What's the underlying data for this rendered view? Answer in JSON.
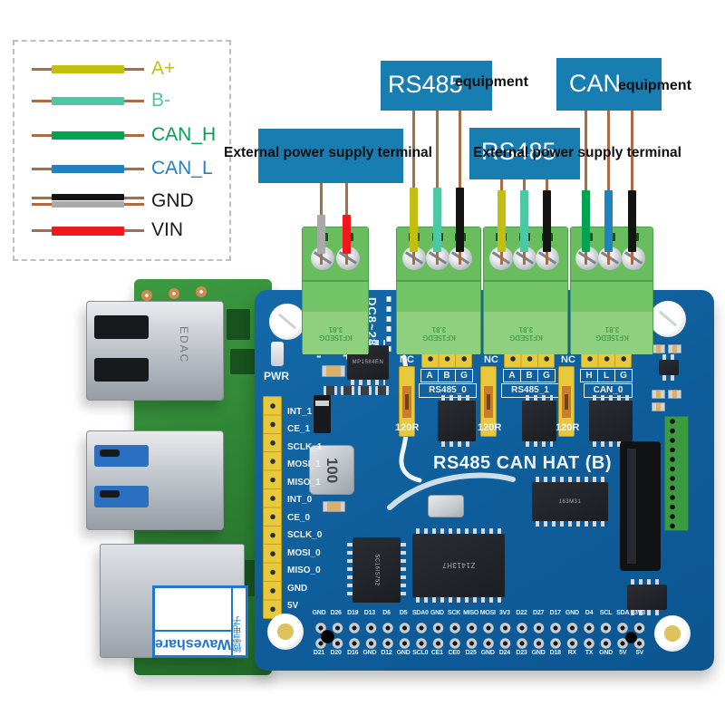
{
  "legend": {
    "items": [
      {
        "label": "A+",
        "color": "#c2be12",
        "color2": null,
        "text_color": "#c2be12"
      },
      {
        "label": "B-",
        "color": "#4ec7a5",
        "color2": null,
        "text_color": "#4ec7a5"
      },
      {
        "label": "CAN_H",
        "color": "#00a34f",
        "color2": null,
        "text_color": "#00a34f"
      },
      {
        "label": "CAN_L",
        "color": "#1f83c0",
        "color2": null,
        "text_color": "#1f83c0"
      },
      {
        "label": "GND",
        "color": "#141414",
        "color2": "#a9a9a9",
        "text_color": "#1a1a1a"
      },
      {
        "label": "VIN",
        "color": "#f2161f",
        "color2": null,
        "text_color": "#1a1a1a"
      }
    ]
  },
  "annotations": {
    "rs485_box": "RS485",
    "rs485_equipment": "equipment",
    "can_box": "CAN",
    "can_equipment": "equipment",
    "ext_power_left": "External power supply terminal",
    "rs485_box2": "RS485",
    "ext_power_right": "External power supply terminal",
    "box_color": "#187db1"
  },
  "wiring": [
    {
      "to": "power-terminal",
      "signal": "GND",
      "color": "#a9a9a9"
    },
    {
      "to": "power-terminal",
      "signal": "VIN",
      "color": "#f2161f"
    },
    {
      "to": "rs485_0",
      "signal": "A+",
      "color": "#c2be12"
    },
    {
      "to": "rs485_0",
      "signal": "B-",
      "color": "#4ec7a5"
    },
    {
      "to": "rs485_0",
      "signal": "GND",
      "color": "#141414"
    },
    {
      "to": "rs485_1",
      "signal": "A+",
      "color": "#c2be12"
    },
    {
      "to": "rs485_1",
      "signal": "B-",
      "color": "#4ec7a5"
    },
    {
      "to": "rs485_1",
      "signal": "GND",
      "color": "#141414"
    },
    {
      "to": "can_0",
      "signal": "CAN_H",
      "color": "#00a34f"
    },
    {
      "to": "can_0",
      "signal": "CAN_L",
      "color": "#1f83c0"
    },
    {
      "to": "can_0",
      "signal": "GND",
      "color": "#141414"
    }
  ],
  "board": {
    "title": "RS485 CAN HAT (B)",
    "power_input": "DC8~28V",
    "pwr_led": "PWR",
    "minus": "-",
    "plus": "+",
    "terminal_marking": "KF15EDG",
    "terminal_pitch": "3.81",
    "channels": [
      {
        "nc": "NC",
        "pins": [
          "A",
          "B",
          "G"
        ],
        "name": "RS485_0",
        "jumper": "120R"
      },
      {
        "nc": "NC",
        "pins": [
          "A",
          "B",
          "G"
        ],
        "name": "RS485_1",
        "jumper": "120R"
      },
      {
        "nc": "NC",
        "pins": [
          "H",
          "L",
          "G"
        ],
        "name": "CAN_0",
        "jumper": "120R"
      }
    ],
    "left_pins": [
      "INT_1",
      "CE_1",
      "SCLK_1",
      "MOSI_1",
      "MISO_1",
      "INT_0",
      "CE_0",
      "SCLK_0",
      "MOSI_0",
      "MISO_0",
      "GND",
      "5V"
    ],
    "gpio_top": [
      "GND",
      "D26",
      "D19",
      "D13",
      "D6",
      "D5",
      "SDA0",
      "GND",
      "SCK",
      "MISO",
      "MOSI",
      "3V3",
      "D22",
      "D27",
      "D17",
      "GND",
      "D4",
      "SCL",
      "SDA",
      "3V3"
    ],
    "gpio_bottom": [
      "D21",
      "D20",
      "D16",
      "GND",
      "D12",
      "GND",
      "SCL0",
      "CE1",
      "CE0",
      "D25",
      "GND",
      "D24",
      "D23",
      "GND",
      "D18",
      "RX",
      "TX",
      "GND",
      "5V",
      "5V"
    ],
    "chip_markings": {
      "inductor": "100",
      "regulator": "MP1584EN",
      "uart": "SC16IS752",
      "can_controller": "Z1413H7",
      "isolator": "163M31"
    }
  },
  "pi": {
    "usb_marking": "EDAC",
    "sticker_brand": "Waveshare",
    "sticker_cn": "微雪电子"
  }
}
